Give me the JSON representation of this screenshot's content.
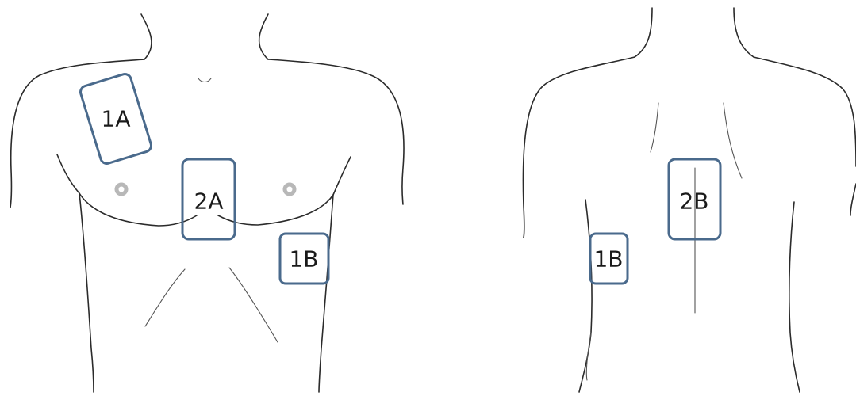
{
  "colors": {
    "pad_border": "#4a6a8c",
    "body_outline": "#2b2b2b",
    "nipple": "#b8b8b8"
  },
  "pads": {
    "front_1a": "1A",
    "front_2a": "2A",
    "front_1b": "1B",
    "back_2b": "2B",
    "back_1b": "1B"
  }
}
